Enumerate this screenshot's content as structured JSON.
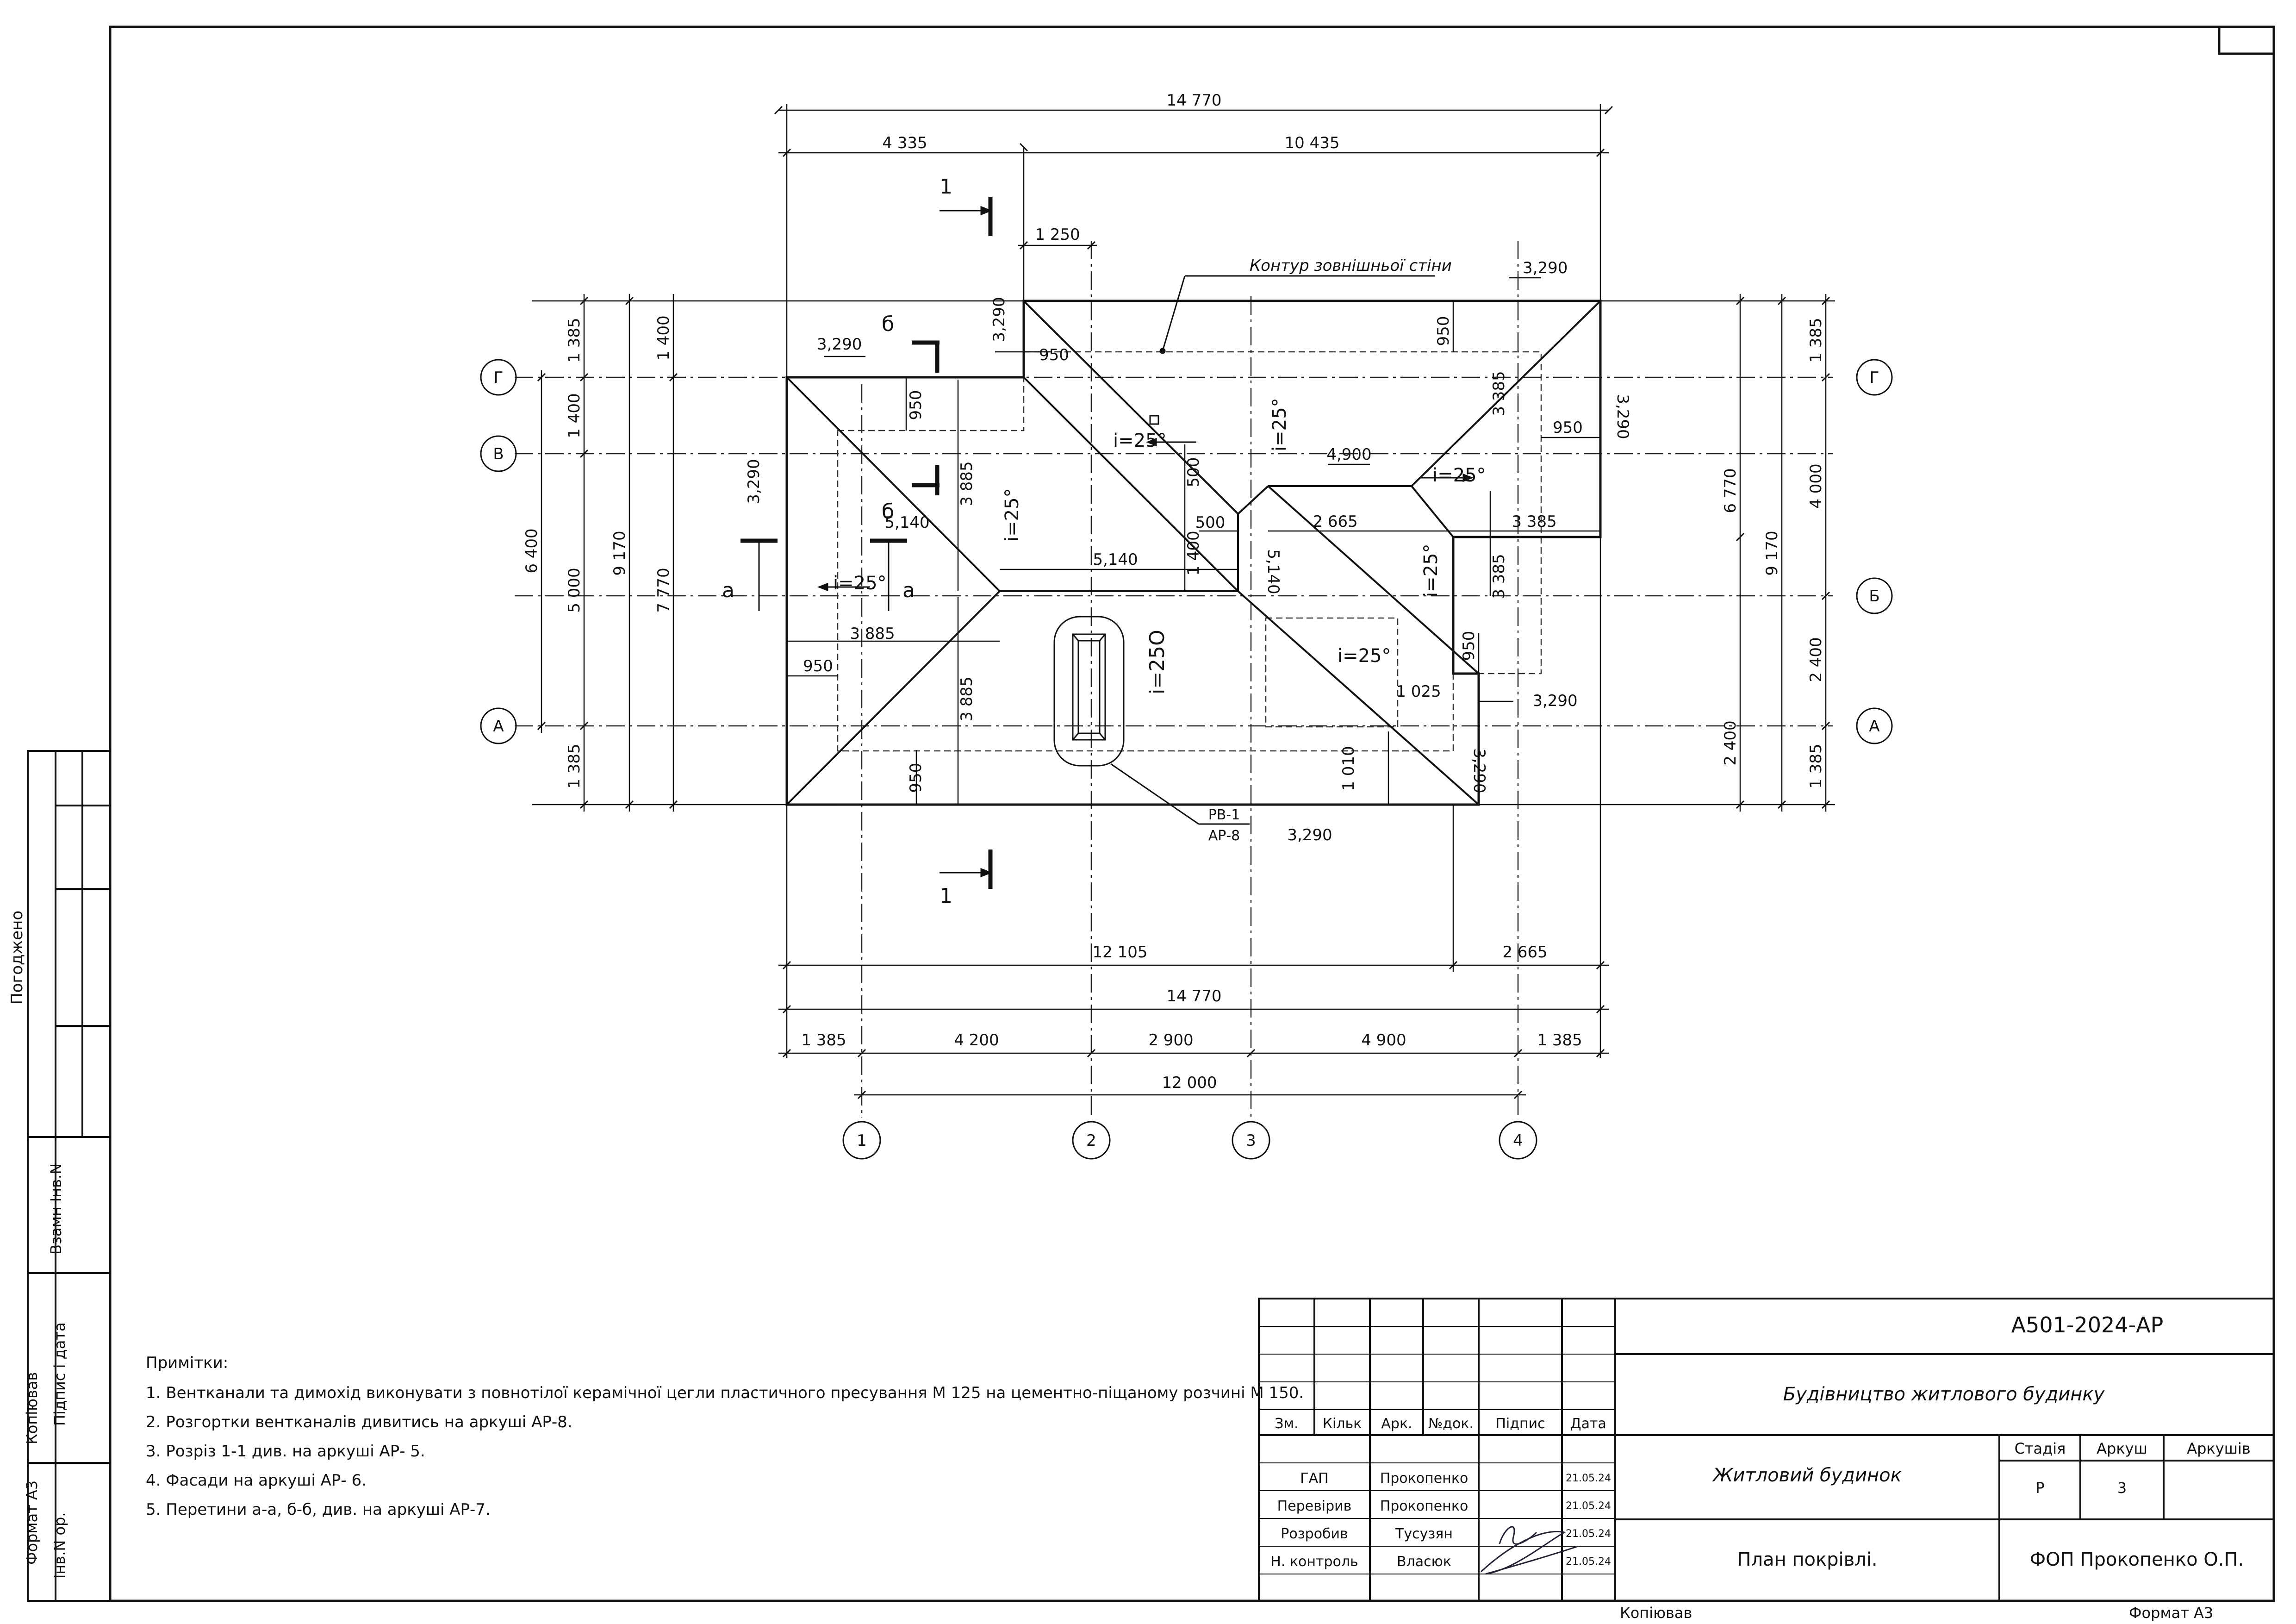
{
  "dimensions": {
    "top_total": "14 770",
    "top_left": "4 335",
    "top_right": "10 435",
    "d1250": "1 250",
    "d3290": "3,290",
    "d950": "950",
    "d1385": "1 385",
    "d1400": "1 400",
    "d6400": "6 400",
    "d5000": "5 000",
    "d9170": "9 170",
    "d7770": "7 770",
    "d3885": "3 885",
    "d500": "500",
    "d5140": "5,140",
    "d4900c": "4,900",
    "d2665": "2 665",
    "d3385": "3 385",
    "d1025": "1 025",
    "d1010": "1 010",
    "d6770": "6 770",
    "d4000": "4 000",
    "d2400": "2 400",
    "d2400b": "2 400",
    "bot_12105": "12 105",
    "bot_2665": "2 665",
    "bot_total": "14 770",
    "bot_1385a": "1 385",
    "bot_4200": "4 200",
    "bot_2900": "2 900",
    "bot_4900": "4 900",
    "bot_1385b": "1 385",
    "bot_12000": "12 000"
  },
  "slopes": {
    "s1": "i=25°",
    "s2": "i=25°",
    "s3": "i=25°",
    "s4": "i=25°",
    "s5": "i=25°",
    "s6": "i=25°",
    "s7": "i=25°",
    "s8": "i=25O"
  },
  "labels": {
    "outer_wall": "Контур зовнішньої стіни",
    "rv1": "РВ-1",
    "ar8": "АР-8",
    "cut1": "1",
    "cut_b": "б",
    "cut_a": "а"
  },
  "axes": {
    "g": "Г",
    "v": "В",
    "b": "Б",
    "a": "А",
    "n1": "1",
    "n2": "2",
    "n3": "3",
    "n4": "4"
  },
  "side_stamp": {
    "pogodzheno": "Погоджено",
    "vzam": "Взамн Інв.N",
    "pidpys": "Підпис і дата",
    "inv": "Інв.N ор.",
    "kopiyuvav": "Копіював",
    "format": "Формат А3"
  },
  "notes": {
    "title": "Примітки:",
    "n1": "1. Вентканали та димохід виконувати з повнотілої керамічної цегли пластичного пресування М 125 на цементно-піщаному розчині М 150.",
    "n2": "2. Розгортки вентканалів дивитись на аркуші АР-8.",
    "n3": "3. Розріз 1-1 див. на аркуші АР- 5.",
    "n4": "4. Фасади на аркуші АР- 6.",
    "n5": "5. Перетини а-а, б-б, див. на аркуші АР-7."
  },
  "title_block": {
    "code": "А501-2024-АР",
    "project": "Будівництво житлового будинку",
    "object": "Житловий будинок",
    "sheet_title": "План покрівлі.",
    "company": "ФОП Прокопенко О.П.",
    "h_zm": "Зм.",
    "h_kilk": "Кільк",
    "h_ark": "Арк.",
    "h_doc": "№док.",
    "h_pidpys": "Підпис",
    "h_data": "Дата",
    "h_stage": "Стадія",
    "h_sheet": "Аркуш",
    "h_sheets": "Аркушів",
    "stage": "Р",
    "sheet": "3",
    "r1_role": "ГАП",
    "r1_name": "Прокопенко",
    "r1_date": "21.05.24",
    "r2_role": "Перевірив",
    "r2_name": "Прокопенко",
    "r2_date": "21.05.24",
    "r3_role": "Розробив",
    "r3_name": "Тусузян",
    "r3_date": "21.05.24",
    "r4_role": "Н. контроль",
    "r4_name": "Власюк",
    "r4_date": "21.05.24",
    "bottom_kop": "Копіював",
    "bottom_format": "Формат А3"
  }
}
